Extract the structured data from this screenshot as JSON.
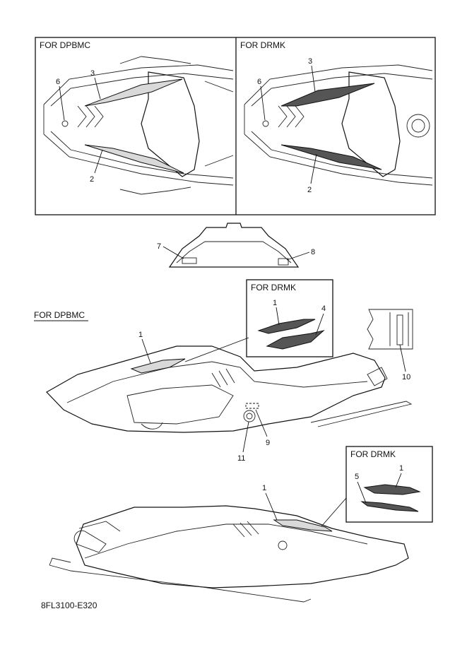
{
  "panels": {
    "top_left_header": "FOR DPBMC",
    "top_right_header": "FOR DRMK",
    "side_header": "FOR DPBMC",
    "inset1_header": "FOR DRMK",
    "inset2_header": "FOR DRMK"
  },
  "callouts": {
    "tl_3": "3",
    "tl_6": "6",
    "tl_2": "2",
    "tr_3": "3",
    "tr_6": "6",
    "tr_2": "2",
    "rear_7": "7",
    "rear_8": "8",
    "side_1": "1",
    "side_9": "9",
    "side_11": "11",
    "side_10": "10",
    "inset1_1": "1",
    "inset1_4": "4",
    "bottom_1": "1",
    "inset2_5": "5",
    "inset2_1": "1"
  },
  "figure_code": "8FL3100-E320"
}
